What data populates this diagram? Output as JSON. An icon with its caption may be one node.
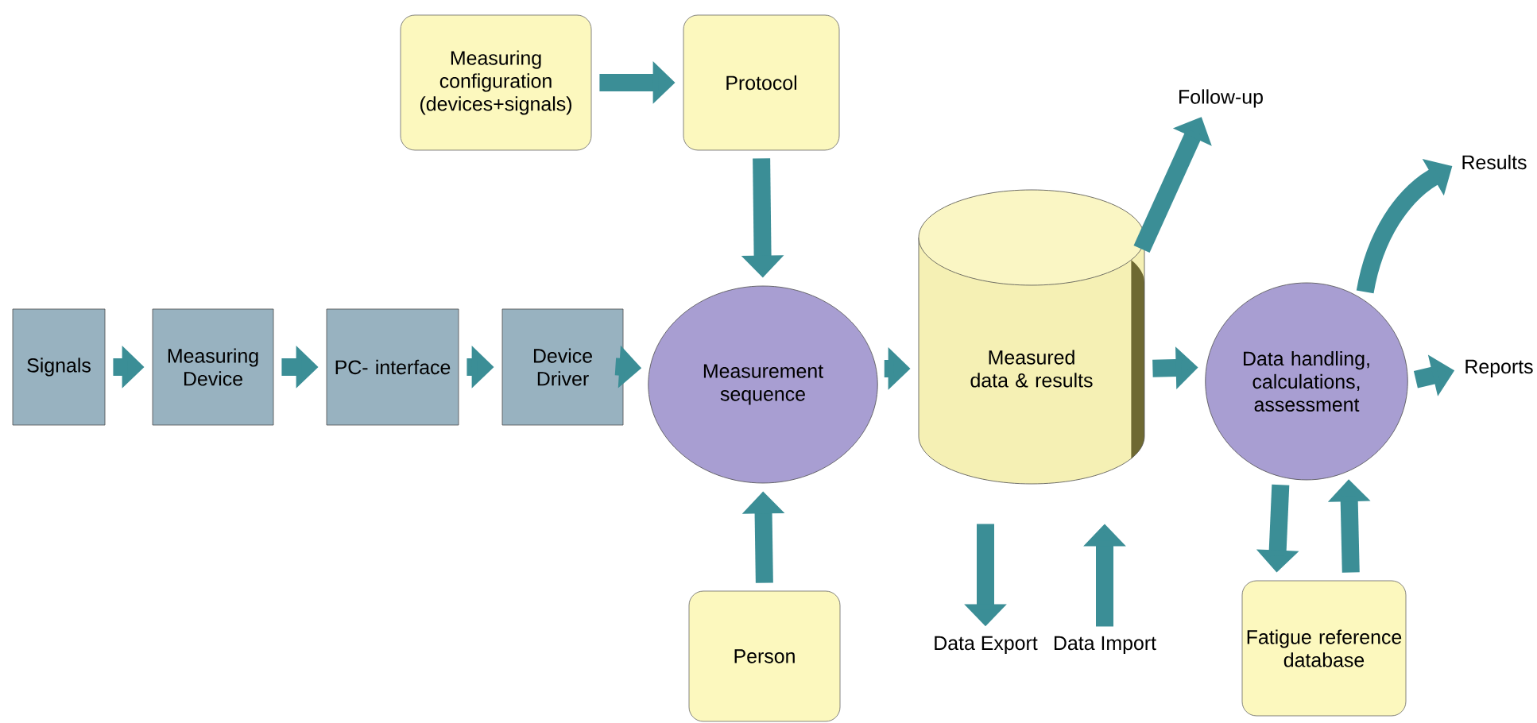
{
  "diagram": {
    "nodes": [
      {
        "text": [
          "Signals"
        ]
      },
      {
        "text": [
          "Measuring Device"
        ]
      },
      {
        "text": [
          "PC- interface"
        ]
      },
      {
        "text": [
          "Device Driver"
        ]
      },
      {
        "text": [
          "Measuring configuration (devices+signals)"
        ]
      },
      {
        "text": [
          "Protocol"
        ]
      },
      {
        "text": [
          "Measurement sequence"
        ]
      },
      {
        "text": [
          "Person"
        ]
      },
      {
        "text": [
          "Measured data & results"
        ]
      },
      {
        "text": [
          "Follow-up"
        ]
      },
      {
        "text": [
          "Data handling, calculations, assessment"
        ]
      },
      {
        "text": [
          "Results"
        ]
      },
      {
        "text": [
          "Reports"
        ]
      },
      {
        "text": [
          "Fatigue reference database"
        ]
      },
      {
        "text": [
          "Data Export"
        ]
      },
      {
        "text": [
          "Data Import"
        ]
      }
    ],
    "edges": [
      {
        "from": 0,
        "to": 1,
        "arrow": "to"
      },
      {
        "from": 1,
        "to": 2,
        "arrow": "to"
      },
      {
        "from": 2,
        "to": 3,
        "arrow": "to"
      },
      {
        "from": 3,
        "to": 6,
        "arrow": "to"
      },
      {
        "from": 4,
        "to": 5,
        "arrow": "to"
      },
      {
        "from": 5,
        "to": 6,
        "arrow": "to"
      },
      {
        "from": 7,
        "to": 6,
        "arrow": "to"
      },
      {
        "from": 6,
        "to": 8,
        "arrow": "to"
      },
      {
        "from": 8,
        "to": 9,
        "arrow": "to"
      },
      {
        "from": 8,
        "to": 10,
        "arrow": "to"
      },
      {
        "from": 10,
        "to": 11,
        "arrow": "to"
      },
      {
        "from": 10,
        "to": 12,
        "arrow": "to"
      },
      {
        "from": 10,
        "to": 13,
        "arrow": "to"
      },
      {
        "from": 13,
        "to": 10,
        "arrow": "to"
      },
      {
        "from": 8,
        "to": 14,
        "arrow": "to"
      },
      {
        "from": 15,
        "to": 8,
        "arrow": "to"
      }
    ]
  }
}
